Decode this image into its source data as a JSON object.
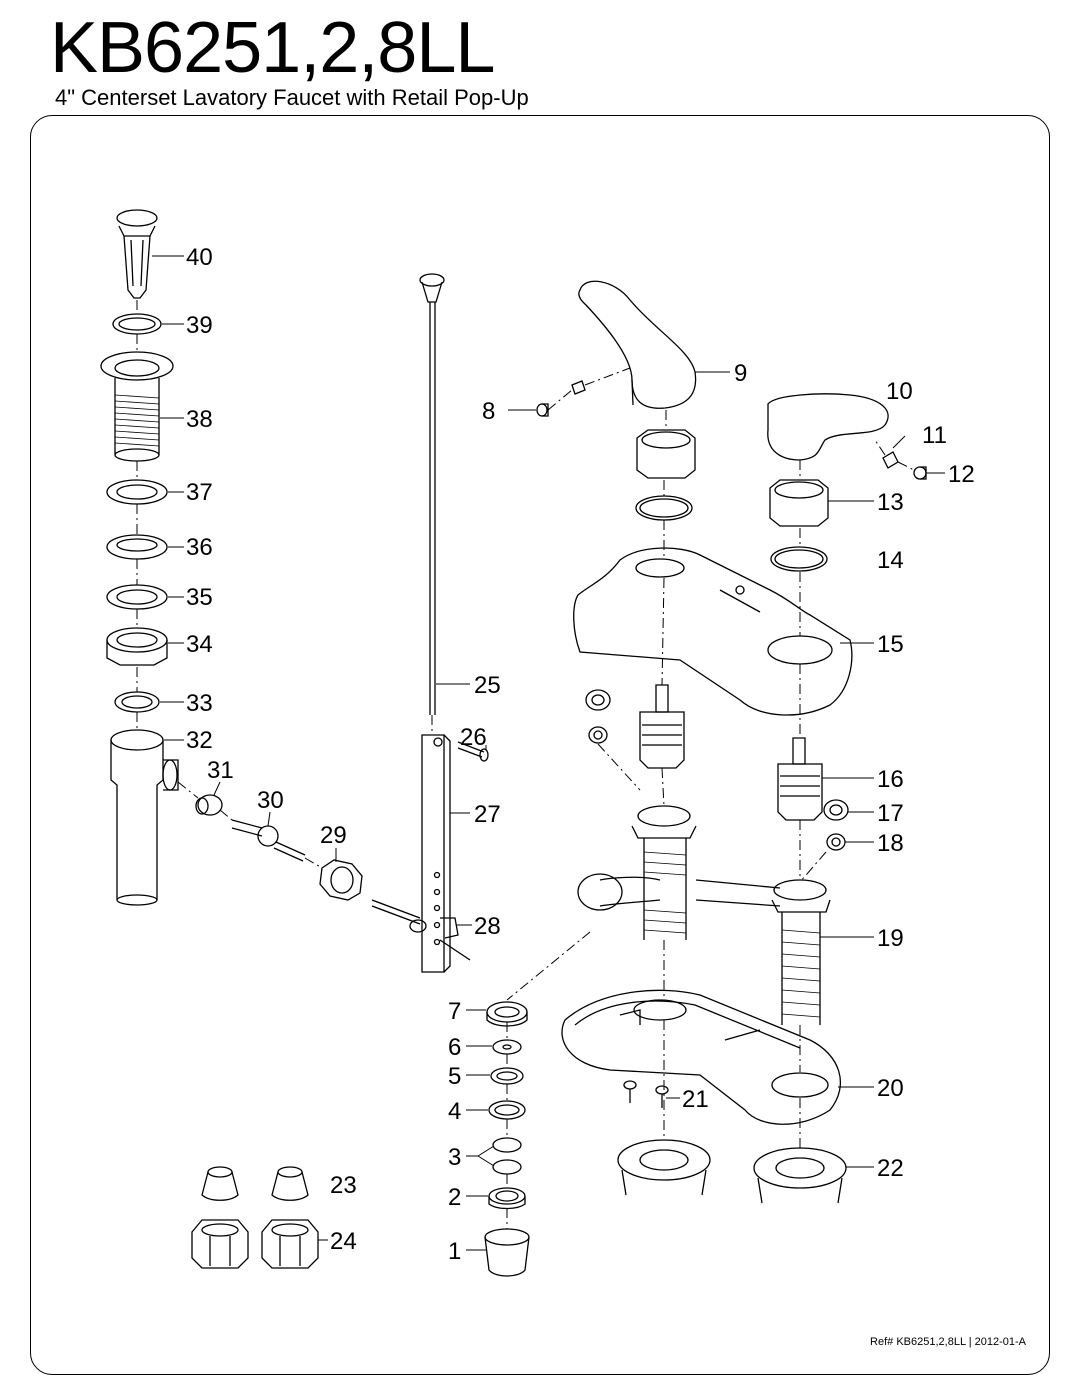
{
  "header": {
    "model": "KB6251,2,8LL",
    "description": "4\" Centerset Lavatory Faucet with Retail Pop-Up"
  },
  "footer": {
    "reference": "Ref# KB6251,2,8LL | 2012-01-A"
  },
  "callouts": [
    "1",
    "2",
    "3",
    "4",
    "5",
    "6",
    "7",
    "8",
    "9",
    "10",
    "11",
    "12",
    "13",
    "14",
    "15",
    "16",
    "17",
    "18",
    "19",
    "20",
    "21",
    "22",
    "23",
    "24",
    "25",
    "26",
    "27",
    "28",
    "29",
    "30",
    "31",
    "32",
    "33",
    "34",
    "35",
    "36",
    "37",
    "38",
    "39",
    "40"
  ]
}
